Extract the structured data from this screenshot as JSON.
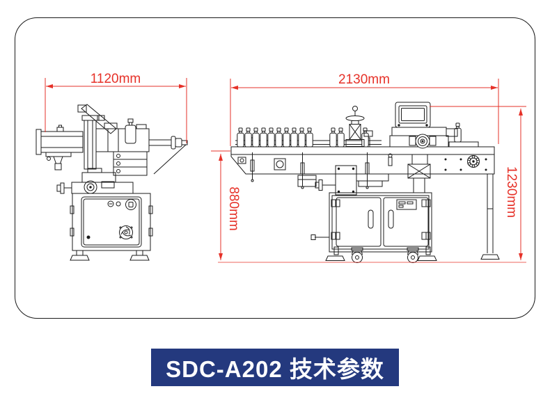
{
  "card": {
    "background": "#ffffff",
    "border_color": "#1a1a1a"
  },
  "drawing": {
    "stroke_color": "#1b1b1b"
  },
  "dimensions": {
    "color": "#e63128",
    "machine1_width": "1120mm",
    "machine2_width": "2130mm",
    "machine2_belt_height": "880mm",
    "machine2_total_height": "1230mm"
  },
  "title_banner": {
    "text": "SDC-A202 技术参数",
    "background": "#24397e",
    "text_color": "#ffffff"
  }
}
